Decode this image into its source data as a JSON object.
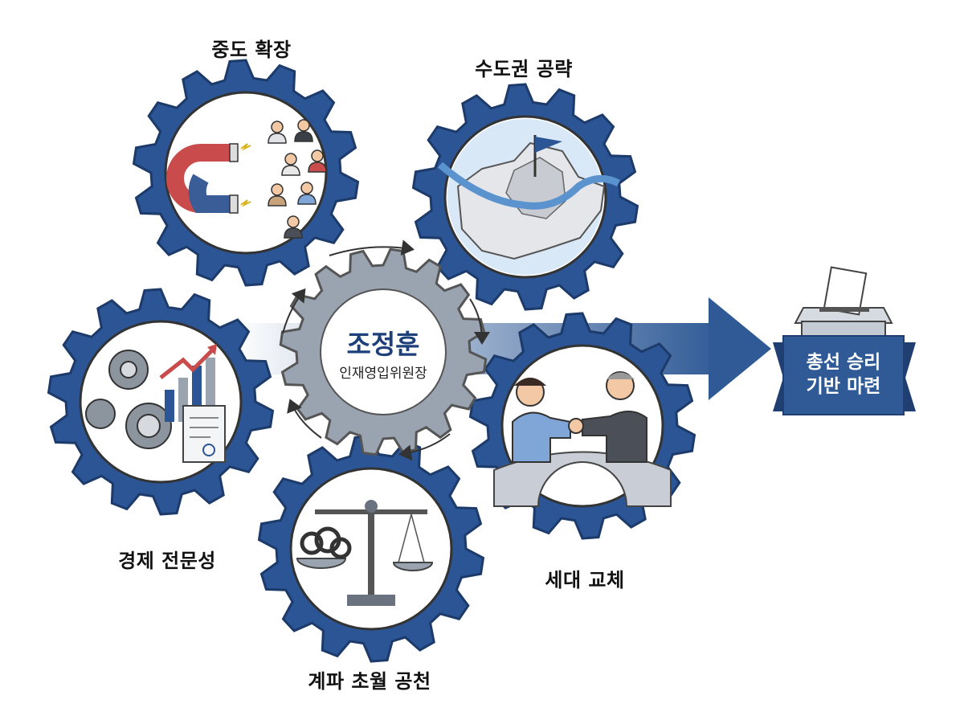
{
  "center": {
    "name": "조정훈",
    "role": "인재영입위원장"
  },
  "gears": [
    {
      "label": "중도 확장"
    },
    {
      "label": "수도권 공략"
    },
    {
      "label": "경제 전문성"
    },
    {
      "label": "계파 초월 공천"
    },
    {
      "label": "세대 교체"
    }
  ],
  "goal": {
    "line1": "총선 승리",
    "line2": "기반 마련"
  },
  "colors": {
    "gear": "#2b5594",
    "center_gear": "#9aa4b1",
    "arrow": "#2f5a96",
    "banner": "#2f5a96"
  },
  "icons": [
    "magnet-icon",
    "people-icon",
    "map-icon",
    "flag-icon",
    "gears-icon",
    "bar-chart-icon",
    "document-icon",
    "scale-icon",
    "knot-icon",
    "handshake-icon",
    "bridge-icon",
    "ballot-box-icon"
  ]
}
